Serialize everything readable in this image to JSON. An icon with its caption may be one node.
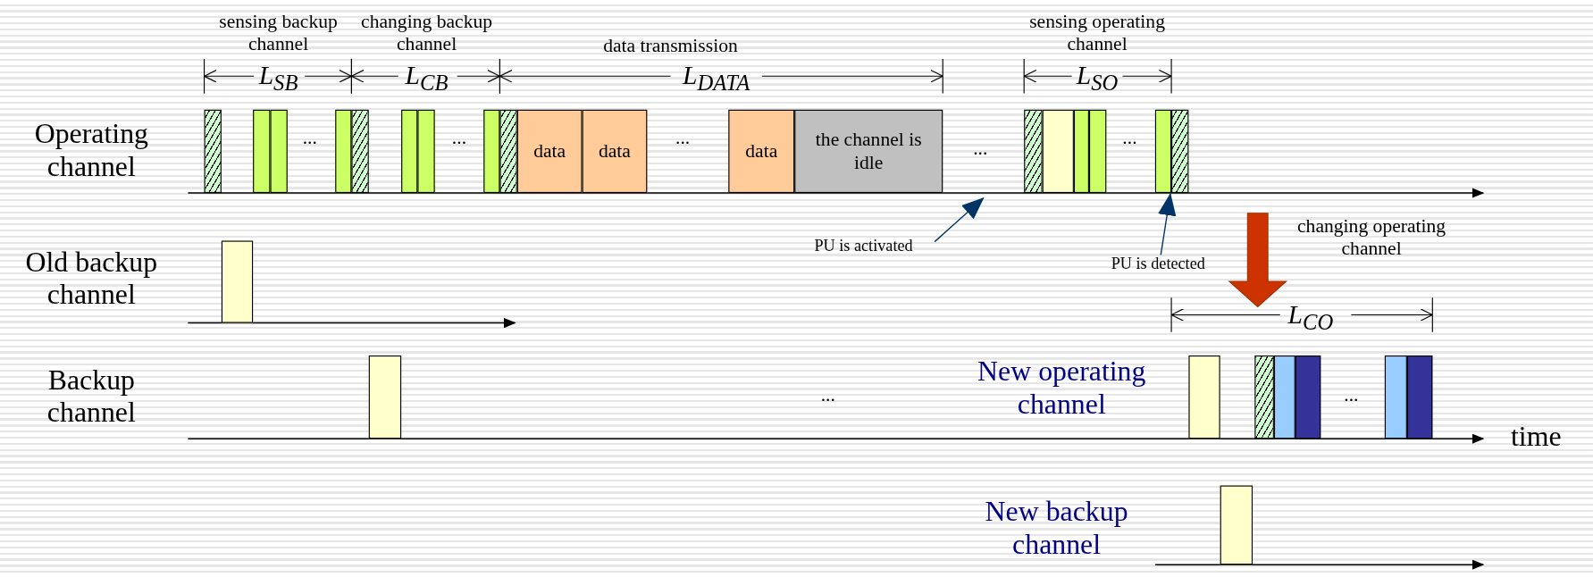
{
  "diagram": {
    "nodes": [
      {
        "text": [],
        "shape": "box"
      },
      {
        "text": [],
        "shape": "box"
      },
      {
        "text": [],
        "shape": "box"
      },
      {
        "text": [],
        "shape": "box"
      },
      {
        "text": [],
        "shape": "box"
      },
      {
        "text": [],
        "shape": "box"
      },
      {
        "text": [],
        "shape": "box"
      },
      {
        "text": [],
        "shape": "box"
      },
      {
        "text": [],
        "shape": "box"
      },
      {
        "text": [
          "data"
        ]
      },
      {
        "text": [
          "data"
        ]
      },
      {
        "text": [
          "data"
        ]
      },
      {
        "text": [
          "the channel is idle"
        ]
      },
      {
        "text": [],
        "shape": "box"
      },
      {
        "text": [],
        "shape": "box"
      },
      {
        "text": [],
        "shape": "box"
      },
      {
        "text": [],
        "shape": "box"
      },
      {
        "text": [],
        "shape": "box"
      },
      {
        "text": [],
        "shape": "box"
      },
      {
        "text": [
          "PU is activated"
        ]
      },
      {
        "text": [
          "PU is detected"
        ]
      },
      {
        "text": [],
        "shape": "box"
      },
      {
        "text": [],
        "shape": "box"
      },
      {
        "text": [],
        "shape": "box"
      },
      {
        "text": [],
        "shape": "box"
      },
      {
        "text": [],
        "shape": "box"
      },
      {
        "text": [],
        "shape": "box"
      },
      {
        "text": [],
        "shape": "box"
      },
      {
        "text": [],
        "shape": "box"
      },
      {
        "text": [],
        "shape": "box"
      }
    ],
    "edges": [
      {
        "from": 19,
        "to": null,
        "arrow": "to"
      },
      {
        "from": 20,
        "to": 17,
        "arrow": "to"
      }
    ],
    "labels": [
      "sensing backup channel",
      "changing backup channel",
      "sensing operating channel",
      "data transmission",
      "L$_{SB}$",
      "L$_{CB}$",
      "L$_{DATA}$",
      "L$_{SO}$",
      "Operating channel",
      "...",
      "...",
      "...",
      "...",
      "...",
      "changing operating channel",
      "Old backup channel",
      "L$_{CO}$",
      "Backup channel",
      "New operating channel",
      "...",
      "...",
      "time",
      "New backup channel"
    ]
  }
}
